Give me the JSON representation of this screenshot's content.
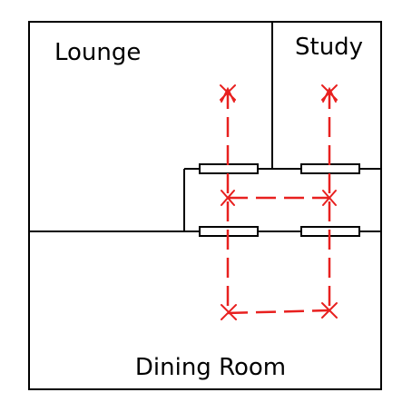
{
  "rooms": {
    "lounge": "Lounge",
    "study": "Study",
    "dining": "Dining Room"
  },
  "colors": {
    "route": "#e8201f",
    "wall": "#000000"
  },
  "icons": {
    "waypoint": "cross-mark-icon",
    "direction": "arrowhead-icon"
  }
}
